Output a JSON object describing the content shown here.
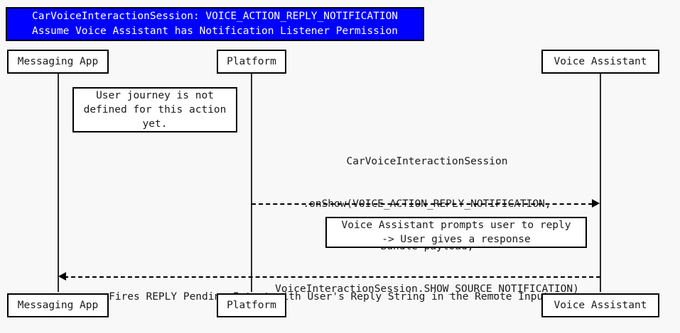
{
  "diagram": {
    "type": "uml-sequence-diagram",
    "background_color": "#f8f8f8",
    "title": {
      "line1": "CarVoiceInteractionSession: VOICE_ACTION_REPLY_NOTIFICATION",
      "line2": "Assume Voice Assistant has Notification Listener Permission",
      "background_color": "#0000ff",
      "text_color": "#ffffff"
    },
    "participants": [
      {
        "id": "messaging-app",
        "label": "Messaging App"
      },
      {
        "id": "platform",
        "label": "Platform"
      },
      {
        "id": "voice-assistant",
        "label": "Voice Assistant"
      }
    ],
    "notes": [
      {
        "id": "note-user-journey",
        "line1": "User journey is not",
        "line2": "defined for this action",
        "line3": "yet."
      },
      {
        "id": "note-voice-prompt",
        "line1": "Voice Assistant prompts user to reply",
        "line2": "-> User gives a response"
      }
    ],
    "messages": [
      {
        "id": "msg-onshow",
        "from": "platform",
        "to": "voice-assistant",
        "direction": "right",
        "style": "dashed",
        "label_line1": "CarVoiceInteractionSession",
        "label_line2": ".onShow(VOICE_ACTION_REPLY_NOTIFICATION,",
        "label_line3": "Bundle payload,",
        "label_line4": "VoiceInteractionSession.SHOW_SOURCE_NOTIFICATION)"
      },
      {
        "id": "msg-reply-intent",
        "from": "voice-assistant",
        "to": "messaging-app",
        "direction": "left",
        "style": "dashed",
        "label_line1": "Fires REPLY Pending Intent with User's Reply String in the Remote Input"
      }
    ]
  }
}
